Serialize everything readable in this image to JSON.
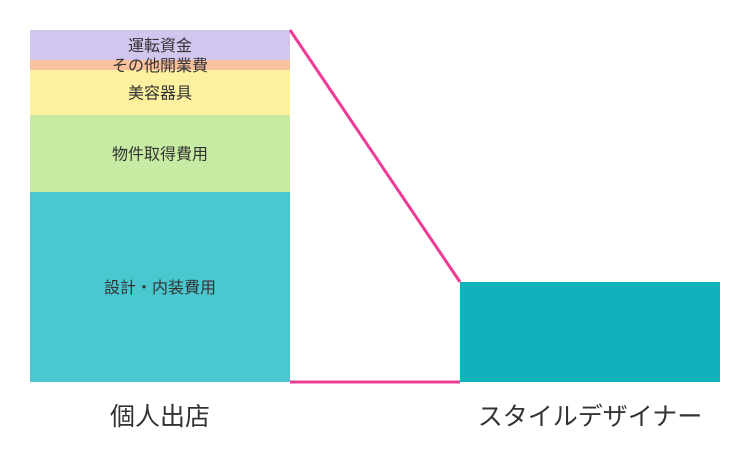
{
  "chart_data": {
    "type": "bar",
    "categories": [
      "個人出店",
      "スタイルデザイナー"
    ],
    "series": [
      {
        "name": "設計・内装費用",
        "values": [
          190,
          0
        ],
        "color": "#49C8D0"
      },
      {
        "name": "物件取得費用",
        "values": [
          77,
          0
        ],
        "color": "#C8EBA3"
      },
      {
        "name": "美容器具",
        "values": [
          45,
          0
        ],
        "color": "#FDF1A0"
      },
      {
        "name": "その他開業費",
        "values": [
          10,
          0
        ],
        "color": "#FBC09C"
      },
      {
        "name": "運転資金",
        "values": [
          30,
          0
        ],
        "color": "#D2C5EE"
      }
    ],
    "stylist_total": 100,
    "stylist_color": "#11B2BE",
    "connector_color": "#EE3B96",
    "ylim": [
      0,
      352
    ],
    "title": "",
    "xlabel": "",
    "ylabel": ""
  }
}
